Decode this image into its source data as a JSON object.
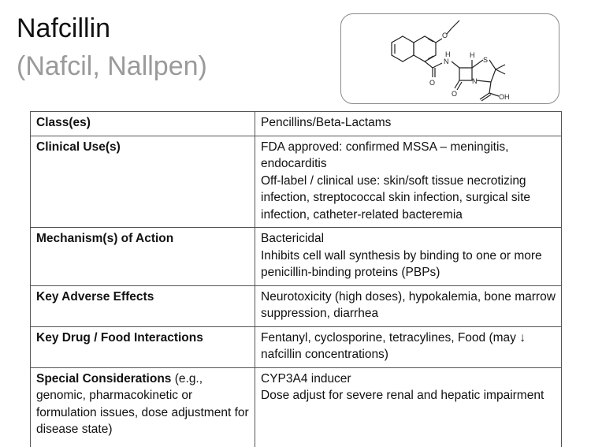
{
  "drug": {
    "name": "Nafcillin",
    "brands": "(Nafcil, Nallpen)"
  },
  "structure": {
    "atoms": [
      "O",
      "N",
      "H",
      "H",
      "S",
      "N",
      "O",
      "O",
      "OH"
    ]
  },
  "table": {
    "rows": [
      {
        "label_bold": "Class(es)",
        "label_rest": "",
        "value_lines": [
          "Pencillins/Beta-Lactams"
        ]
      },
      {
        "label_bold": "Clinical Use(s)",
        "label_rest": "",
        "value_lines": [
          "FDA approved: confirmed MSSA – meningitis, endocarditis",
          "Off-label / clinical use: skin/soft tissue necrotizing infection, streptococcal skin infection, surgical site infection, catheter-related bacteremia"
        ]
      },
      {
        "label_bold": "Mechanism(s) of Action",
        "label_rest": "",
        "value_lines": [
          "Bactericidal",
          "Inhibits cell wall synthesis by binding to one or more penicillin-binding proteins (PBPs)"
        ]
      },
      {
        "label_bold": "Key Adverse Effects",
        "label_rest": "",
        "value_lines": [
          "Neurotoxicity (high doses), hypokalemia, bone marrow suppression, diarrhea"
        ]
      },
      {
        "label_bold": "Key Drug / Food Interactions",
        "label_rest": "",
        "value_lines": [
          "Fentanyl, cyclosporine, tetracylines, Food (may ↓ nafcillin concentrations)"
        ]
      },
      {
        "label_bold": "Special Considerations",
        "label_rest": " (e.g., genomic, pharmacokinetic or formulation issues, dose adjustment for disease state)",
        "value_lines": [
          "CYP3A4 inducer",
          "Dose adjust for severe renal and hepatic impairment"
        ]
      }
    ]
  }
}
